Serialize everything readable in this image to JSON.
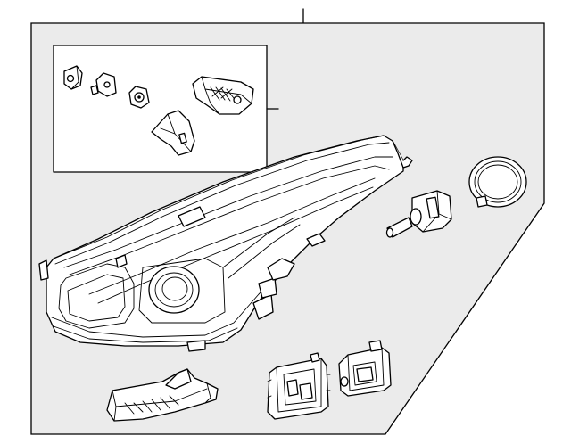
{
  "diagram": {
    "panel_background": "#ebebeb",
    "line_color": "#000000",
    "parts": [
      {
        "id": "headlamp-assembly",
        "icon": "headlamp-icon"
      },
      {
        "id": "mounting-bracket-kit",
        "icon": "bracket-kit-icon"
      },
      {
        "id": "bulb",
        "icon": "bulb-icon"
      },
      {
        "id": "bulb-cover",
        "icon": "cap-icon"
      },
      {
        "id": "lower-bracket",
        "icon": "bracket-icon"
      },
      {
        "id": "control-module",
        "icon": "module-icon"
      },
      {
        "id": "ballast",
        "icon": "ballast-icon"
      }
    ]
  }
}
